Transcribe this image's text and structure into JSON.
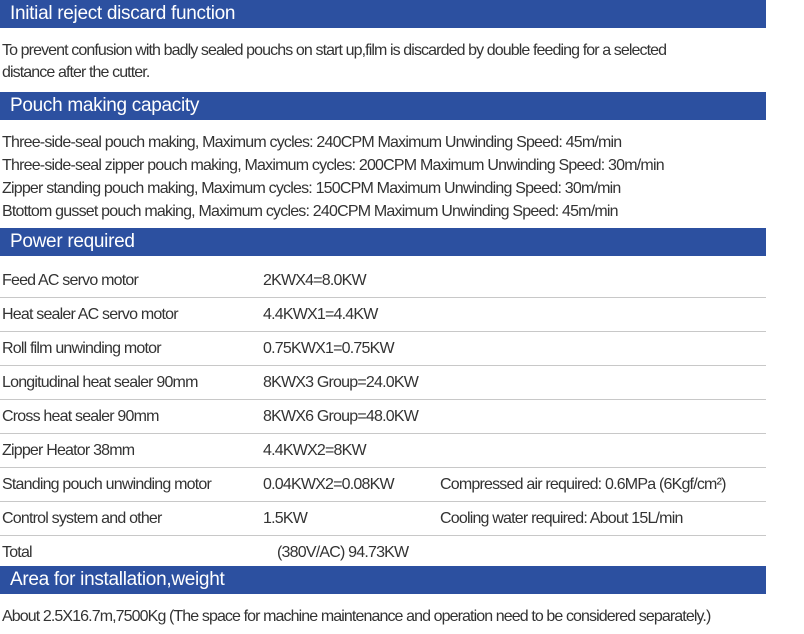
{
  "sections": {
    "reject": {
      "title": "Initial reject discard function",
      "text_line1": "To prevent confusion with badly sealed pouchs on start up,film is discarded by double feeding for a selected",
      "text_line2": "distance after the cutter."
    },
    "capacity": {
      "title": "Pouch making capacity",
      "lines": [
        "Three-side-seal pouch making, Maximum cycles:  240CPM Maximum Unwinding Speed: 45m/min",
        "Three-side-seal zipper pouch making, Maximum cycles:  200CPM Maximum Unwinding Speed: 30m/min",
        "Zipper standing pouch making, Maximum cycles:  150CPM Maximum Unwinding Speed: 30m/min",
        "Btottom gusset pouch making, Maximum cycles:  240CPM Maximum Unwinding Speed: 45m/min"
      ]
    },
    "power": {
      "title": "Power required",
      "rows": [
        {
          "name": "Feed AC servo motor",
          "value": "2KWX4=8.0KW",
          "extra": ""
        },
        {
          "name": "Heat sealer AC servo motor",
          "value": "4.4KWX1=4.4KW",
          "extra": ""
        },
        {
          "name": "Roll film unwinding motor",
          "value": "0.75KWX1=0.75KW",
          "extra": ""
        },
        {
          "name": "Longitudinal heat sealer 90mm",
          "value": "8KWX3 Group=24.0KW",
          "extra": ""
        },
        {
          "name": "Cross heat sealer 90mm",
          "value": "8KWX6 Group=48.0KW",
          "extra": ""
        },
        {
          "name": "Zipper Heator 38mm",
          "value": "4.4KWX2=8KW",
          "extra": ""
        },
        {
          "name": "Standing pouch unwinding motor",
          "value": "0.04KWX2=0.08KW",
          "extra": "Compressed air required:  0.6MPa  (6Kgf/cm²)"
        },
        {
          "name": "Control system and other",
          "value": "1.5KW",
          "extra": "Cooling water required:  About 15L/min"
        },
        {
          "name": "Total",
          "value": "(380V/AC)  94.73KW",
          "extra": ""
        }
      ]
    },
    "area": {
      "title": "Area for installation,weight",
      "text": "About 2.5X16.7m,7500Kg (The space for machine maintenance and operation need to be considered separately.)"
    }
  }
}
